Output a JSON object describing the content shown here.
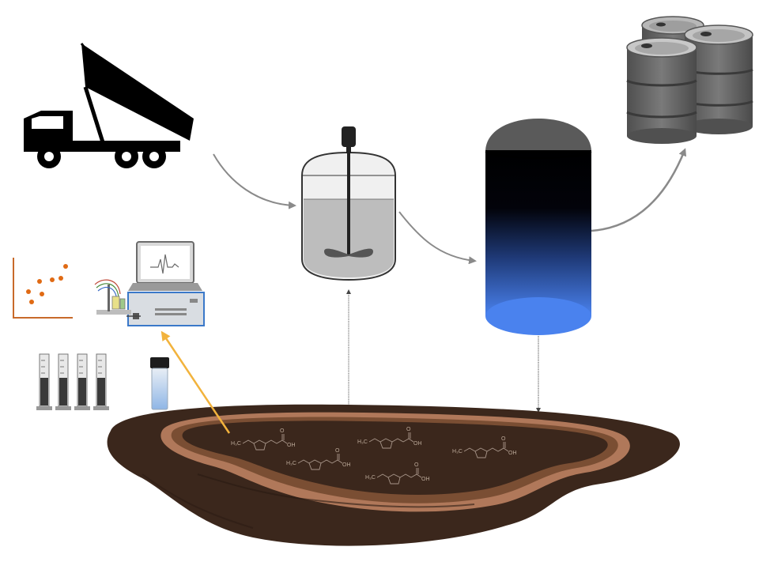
{
  "diagram": {
    "nodes": [
      {
        "id": "dump-truck",
        "icon": "dump-truck-icon"
      },
      {
        "id": "stirred-reactor",
        "icon": "stirred-tank-reactor-icon"
      },
      {
        "id": "storage-tank",
        "icon": "storage-tank-icon"
      },
      {
        "id": "oil-barrels",
        "icon": "oil-barrels-icon"
      },
      {
        "id": "tailings-pond",
        "icon": "tailings-pond-icon"
      },
      {
        "id": "analysis-lab",
        "icon": "laptop-analyzer-icon"
      },
      {
        "id": "scatter-plot",
        "icon": "scatter-plot-icon"
      },
      {
        "id": "graduated-cylinders",
        "icon": "graduated-cylinders-icon"
      },
      {
        "id": "sample-vial",
        "icon": "sample-vial-icon"
      }
    ],
    "edges": [
      {
        "from": "dump-truck",
        "to": "stirred-reactor"
      },
      {
        "from": "stirred-reactor",
        "to": "storage-tank"
      },
      {
        "from": "storage-tank",
        "to": "oil-barrels"
      },
      {
        "from": "tailings-pond",
        "to": "stirred-reactor"
      },
      {
        "from": "storage-tank",
        "to": "tailings-pond"
      },
      {
        "from": "tailings-pond",
        "to": "analysis-lab"
      }
    ],
    "molecule_labels": {
      "ch3": "H₃C",
      "oh": "OH",
      "o": "O"
    },
    "colors": {
      "ink": "#000000",
      "arrow": "#8a8a8a",
      "highlight_arrow": "#f2b33d",
      "soil_dark": "#3b271c",
      "soil_mid": "#7a4e33",
      "soil_light": "#b0785a",
      "tank_top": "#555555",
      "tank_bottom": "#3f77e0",
      "barrel": "#6b6b6b",
      "plot_point": "#e06a14"
    }
  }
}
